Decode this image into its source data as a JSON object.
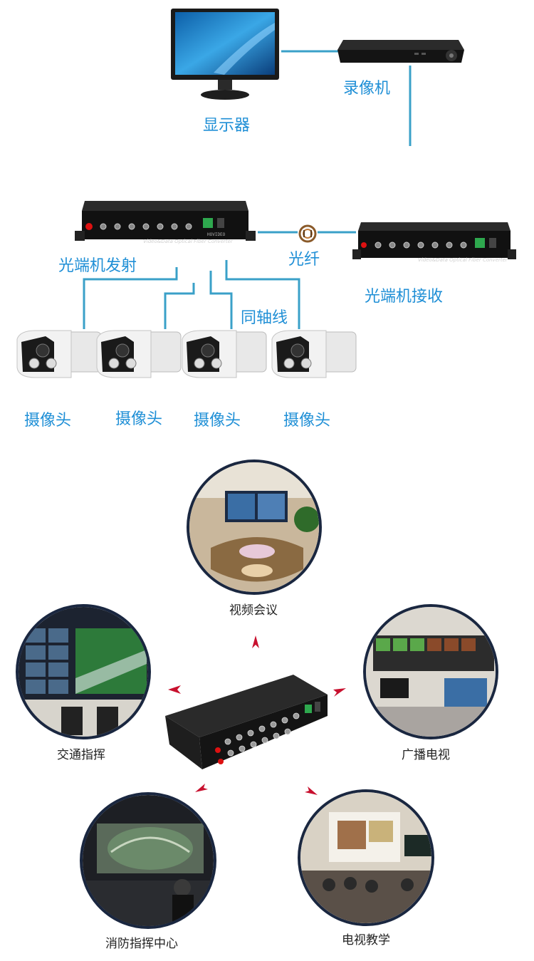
{
  "top_diagram": {
    "monitor_label": "显示器",
    "dvr_label": "录像机",
    "transmitter_label": "光端机发射",
    "fiber_label": "光纤",
    "receiver_label": "光端机接收",
    "coax_label": "同轴线",
    "camera_labels": [
      "摄像头",
      "摄像头",
      "摄像头",
      "摄像头"
    ],
    "device_panel_text": "Video&Data Optical Fiber Converter",
    "device_brand": "HOVIDEO"
  },
  "applications": {
    "items": [
      {
        "label": "视频会议",
        "icon": "conference-room"
      },
      {
        "label": "交通指挥",
        "icon": "traffic-control-room"
      },
      {
        "label": "广播电视",
        "icon": "broadcast-studio"
      },
      {
        "label": "消防指挥中心",
        "icon": "fire-command-center"
      },
      {
        "label": "电视教学",
        "icon": "classroom"
      }
    ]
  },
  "colors": {
    "accent_blue": "#1f8fd6",
    "line_teal": "#3aa0c8",
    "arrow_red": "#c8102e",
    "device_dark": "#1c1c1c",
    "circle_border": "#1a2740"
  }
}
